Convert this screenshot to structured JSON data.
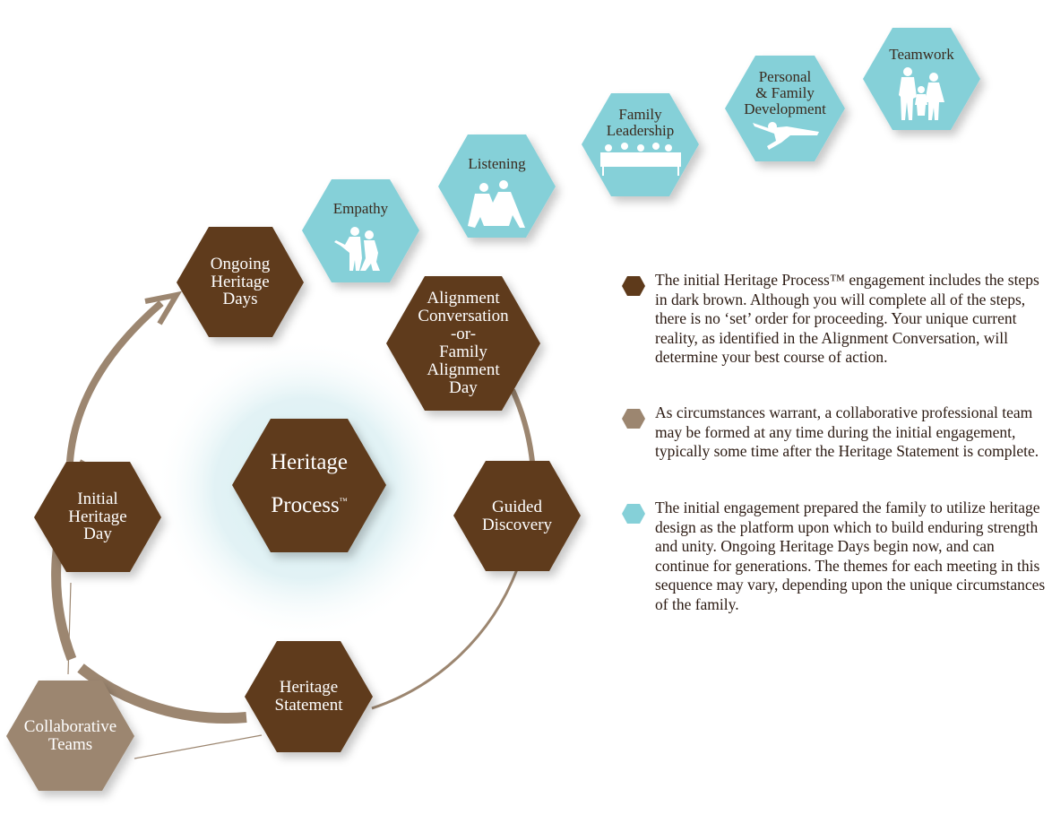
{
  "colors": {
    "core_step": "#5e3a1b",
    "collaborative": "#9c8670",
    "ongoing_theme": "#85d0d8",
    "arc": "#9c8670",
    "glow": "#dcf0f3",
    "legend_text": "#2b1a12",
    "theme_label": "#3a2a1e"
  },
  "center": {
    "title_line1": "Heritage",
    "title_line2": "Process",
    "trademark": "™"
  },
  "core_steps": [
    {
      "id": "ongoing",
      "label": "Ongoing\nHeritage\nDays"
    },
    {
      "id": "alignment",
      "label": "Alignment\nConversation\n-or-\nFamily\nAlignment\nDay"
    },
    {
      "id": "guided",
      "label": "Guided\nDiscovery"
    },
    {
      "id": "statement",
      "label": "Heritage\nStatement"
    },
    {
      "id": "initial",
      "label": "Initial\nHeritage\nDay"
    }
  ],
  "collaborative": {
    "label": "Collaborative\nTeams"
  },
  "themes": [
    {
      "label": "Empathy",
      "icon": "adult-child-pointing-silhouette-icon"
    },
    {
      "label": "Listening",
      "icon": "couple-talking-silhouette-icon"
    },
    {
      "label": "Family\nLeadership",
      "icon": "family-meeting-table-silhouette-icon"
    },
    {
      "label": "Personal\n& Family\nDevelopment",
      "icon": "leaping-man-silhouette-icon"
    },
    {
      "label": "Teamwork",
      "icon": "family-walking-silhouette-icon"
    }
  ],
  "legend": [
    {
      "swatch": "dark-brown",
      "text": "The initial Heritage Process™ engagement includes the steps in dark brown. Although you will complete all of the steps, there is no ‘set’ order for proceeding. Your unique current reality, as identified in the Alignment Conversation, will determine your best course of action."
    },
    {
      "swatch": "taupe",
      "text": "As circumstances warrant, a collaborative professional team may be formed at any time during the initial engagement, typically some time after the Heritage Statement is complete."
    },
    {
      "swatch": "light-blue",
      "text": "The initial engagement prepared the family to utilize heritage design as the platform upon which to build enduring strength and unity. Ongoing Heritage Days begin now, and can continue for generations. The themes for each meeting in this sequence may vary, depending upon the unique circumstances of the family."
    }
  ]
}
